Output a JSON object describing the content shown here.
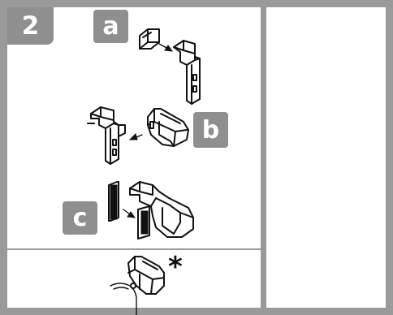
{
  "step": {
    "number": "2"
  },
  "labels": {
    "a": "a",
    "b": "b",
    "c": "c"
  },
  "note": {
    "asterisk": "*"
  },
  "colors": {
    "badge": "#8f8f8f",
    "frame": "#9a9a9a",
    "line": "#111111"
  }
}
